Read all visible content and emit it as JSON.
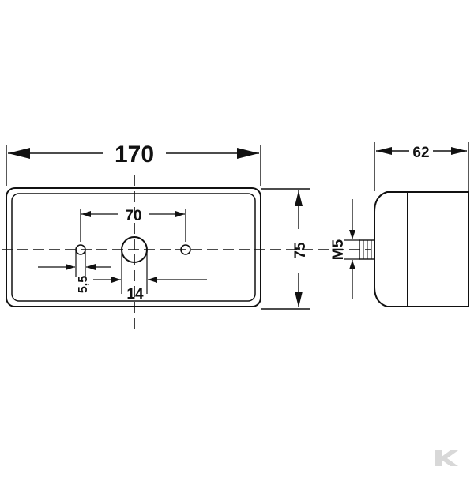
{
  "drawing": {
    "front_view": {
      "width_label": "170",
      "hole_spacing_label": "70",
      "small_hole_label": "5,5",
      "center_hole_label": "14",
      "height_label": "75"
    },
    "side_view": {
      "depth_label": "62",
      "thread_label": "M5"
    }
  },
  "colors": {
    "line": "#111111",
    "watermark": "#d8d8d8"
  },
  "watermark_icon": "kramp-k-logo"
}
